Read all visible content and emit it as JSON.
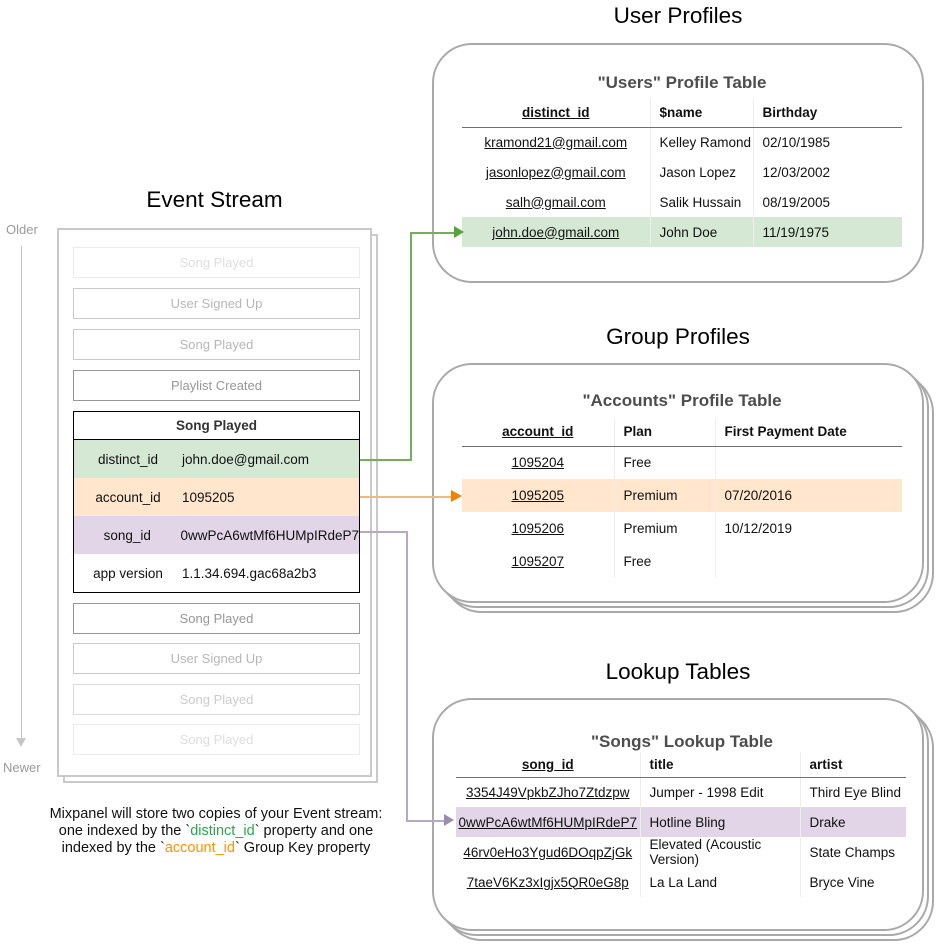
{
  "titles": {
    "event_stream": "Event Stream",
    "user_profiles": "User Profiles",
    "group_profiles": "Group Profiles",
    "lookup_tables": "Lookup Tables"
  },
  "timeline": {
    "older": "Older",
    "newer": "Newer"
  },
  "event_stream": {
    "events_before": [
      "Song Played",
      "User Signed Up",
      "Song Played",
      "Playlist Created"
    ],
    "active_event": {
      "title": "Song Played",
      "properties": [
        {
          "key": "distinct_id",
          "value": "john.doe@gmail.com",
          "highlight": "green"
        },
        {
          "key": "account_id",
          "value": "1095205",
          "highlight": "orange"
        },
        {
          "key": "song_id",
          "value": "0wwPcA6wtMf6HUMpIRdeP7",
          "highlight": "purple"
        },
        {
          "key": "app version",
          "value": "1.1.34.694.gac68a2b3",
          "highlight": "none"
        }
      ]
    },
    "events_after": [
      "Song Played",
      "User Signed Up",
      "Song Played",
      "Song Played"
    ]
  },
  "users_table": {
    "heading": "\"Users\" Profile Table",
    "columns": [
      "distinct_id",
      "$name",
      "Birthday"
    ],
    "rows": [
      [
        "kramond21@gmail.com",
        "Kelley Ramond",
        "02/10/1985"
      ],
      [
        "jasonlopez@gmail.com",
        "Jason Lopez",
        "12/03/2002"
      ],
      [
        "salh@gmail.com",
        "Salik Hussain",
        "08/19/2005"
      ],
      [
        "john.doe@gmail.com",
        "John Doe",
        "11/19/1975"
      ]
    ],
    "highlighted_row": 3,
    "highlight_color": "#d5e8d4"
  },
  "accounts_table": {
    "heading": "\"Accounts\" Profile Table",
    "columns": [
      "account_id",
      "Plan",
      "First Payment Date"
    ],
    "rows": [
      [
        "1095204",
        "Free",
        ""
      ],
      [
        "1095205",
        "Premium",
        "07/20/2016"
      ],
      [
        "1095206",
        "Premium",
        "10/12/2019"
      ],
      [
        "1095207",
        "Free",
        ""
      ]
    ],
    "highlighted_row": 1,
    "highlight_color": "#ffe6cc"
  },
  "songs_table": {
    "heading": "\"Songs\" Lookup Table",
    "columns": [
      "song_id",
      "title",
      "artist"
    ],
    "rows": [
      [
        "3354J49VpkbZJho7Ztdzpw",
        "Jumper - 1998 Edit",
        "Third Eye Blind"
      ],
      [
        "0wwPcA6wtMf6HUMpIRdeP7",
        "Hotline Bling",
        "Drake"
      ],
      [
        "46rv0eHo3Ygud6DOqpZjGk",
        "Elevated (Acoustic Version)",
        "State Champs"
      ],
      [
        "7taeV6Kz3xIgjx5QR0eG8p",
        "La La Land",
        "Bryce Vine"
      ]
    ],
    "highlighted_row": 1,
    "highlight_color": "#e1d5e7"
  },
  "caption": {
    "line1": "Mixpanel will store two copies of your Event stream:",
    "line2_pre": "one indexed by the `",
    "line2_key": "distinct_id",
    "line2_post": "` property and one",
    "line3_pre": "indexed by the `",
    "line3_key": "account_id",
    "line3_post": "` Group Key property"
  },
  "colors": {
    "green_fill": "#d5e8d4",
    "orange_fill": "#ffe6cc",
    "purple_fill": "#e1d5e7",
    "green_arrow": "#76ad5d",
    "orange_arrow": "#f08200",
    "purple_arrow": "#9a8eac",
    "caption_green": "#2ea44f",
    "caption_orange": "#ff9300"
  }
}
